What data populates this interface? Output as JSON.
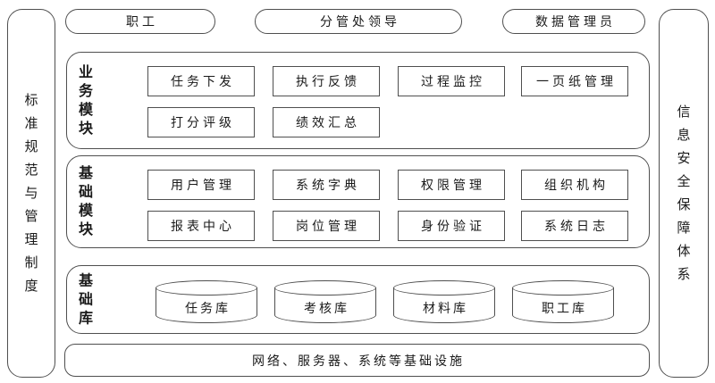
{
  "pillars": {
    "left": "标准规范与管理制度",
    "right": "信息安全保障体系"
  },
  "actors": [
    {
      "label": "职工"
    },
    {
      "label": "分管处领导"
    },
    {
      "label": "数据管理员"
    }
  ],
  "sections": [
    {
      "title": "业务模块",
      "rows": [
        [
          "任务下发",
          "执行反馈",
          "过程监控",
          "一页纸管理"
        ],
        [
          "打分评级",
          "绩效汇总"
        ]
      ]
    },
    {
      "title": "基础模块",
      "rows": [
        [
          "用户管理",
          "系统字典",
          "权限管理",
          "组织机构"
        ],
        [
          "报表中心",
          "岗位管理",
          "身份验证",
          "系统日志"
        ]
      ]
    },
    {
      "title": "基础库",
      "databases": [
        "任务库",
        "考核库",
        "材料库",
        "职工库"
      ]
    }
  ],
  "infrastructure": "网络、服务器、系统等基础设施",
  "colors": {
    "border": "#4f4f4f",
    "text": "#1a1a1a",
    "background": "#ffffff"
  }
}
